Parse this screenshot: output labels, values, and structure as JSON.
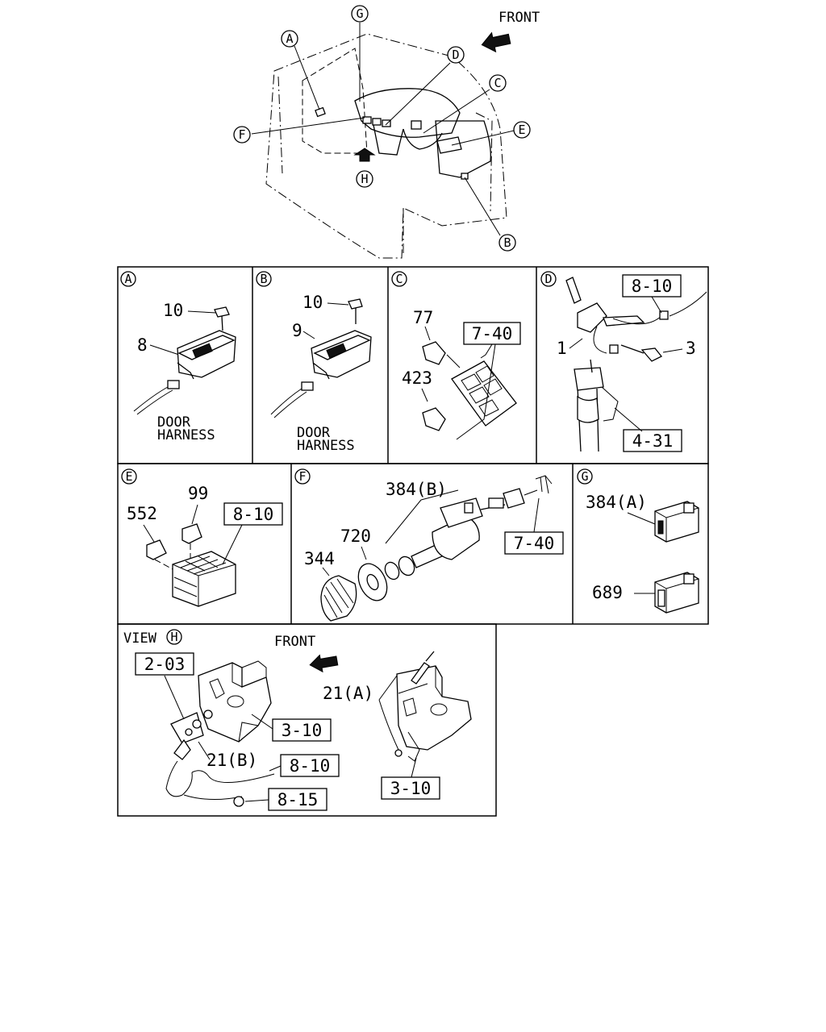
{
  "overview": {
    "front_label": "FRONT",
    "callouts": [
      "A",
      "G",
      "D",
      "C",
      "F",
      "E",
      "H",
      "B"
    ]
  },
  "panels": {
    "A": {
      "letter": "A",
      "parts": [
        "10",
        "8"
      ],
      "harness": [
        "DOOR",
        "HARNESS"
      ]
    },
    "B": {
      "letter": "B",
      "parts": [
        "10",
        "9"
      ],
      "harness": [
        "DOOR",
        "HARNESS"
      ]
    },
    "C": {
      "letter": "C",
      "parts": [
        "77",
        "423"
      ],
      "refs": [
        "7-40"
      ]
    },
    "D": {
      "letter": "D",
      "parts": [
        "1",
        "3"
      ],
      "refs": [
        "8-10",
        "4-31"
      ]
    },
    "E": {
      "letter": "E",
      "parts": [
        "552",
        "99"
      ],
      "refs": [
        "8-10"
      ]
    },
    "F": {
      "letter": "F",
      "parts": [
        "384(B)",
        "720",
        "344"
      ],
      "refs": [
        "7-40"
      ]
    },
    "G": {
      "letter": "G",
      "parts": [
        "384(A)",
        "689"
      ]
    },
    "H": {
      "view_label": "VIEW",
      "letter": "H",
      "front_label": "FRONT",
      "parts": [
        "21(A)",
        "21(B)"
      ],
      "refs": [
        "2-03",
        "3-10",
        "8-10",
        "8-15",
        "3-10"
      ]
    }
  }
}
